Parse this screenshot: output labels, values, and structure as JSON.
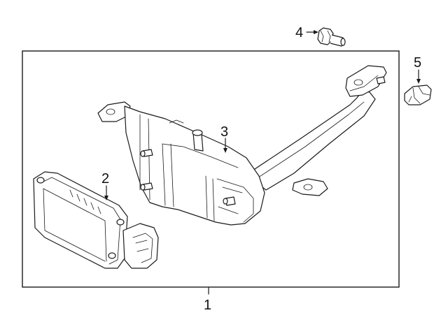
{
  "diagram": {
    "callouts": [
      {
        "id": "1",
        "label": "1",
        "part": "radar-assembly-box"
      },
      {
        "id": "2",
        "label": "2",
        "part": "radar-sensor-module"
      },
      {
        "id": "3",
        "label": "3",
        "part": "mounting-bracket"
      },
      {
        "id": "4",
        "label": "4",
        "part": "bolt"
      },
      {
        "id": "5",
        "label": "5",
        "part": "clip"
      }
    ],
    "colors": {
      "stroke": "#1a1a1a",
      "background": "#ffffff"
    }
  }
}
